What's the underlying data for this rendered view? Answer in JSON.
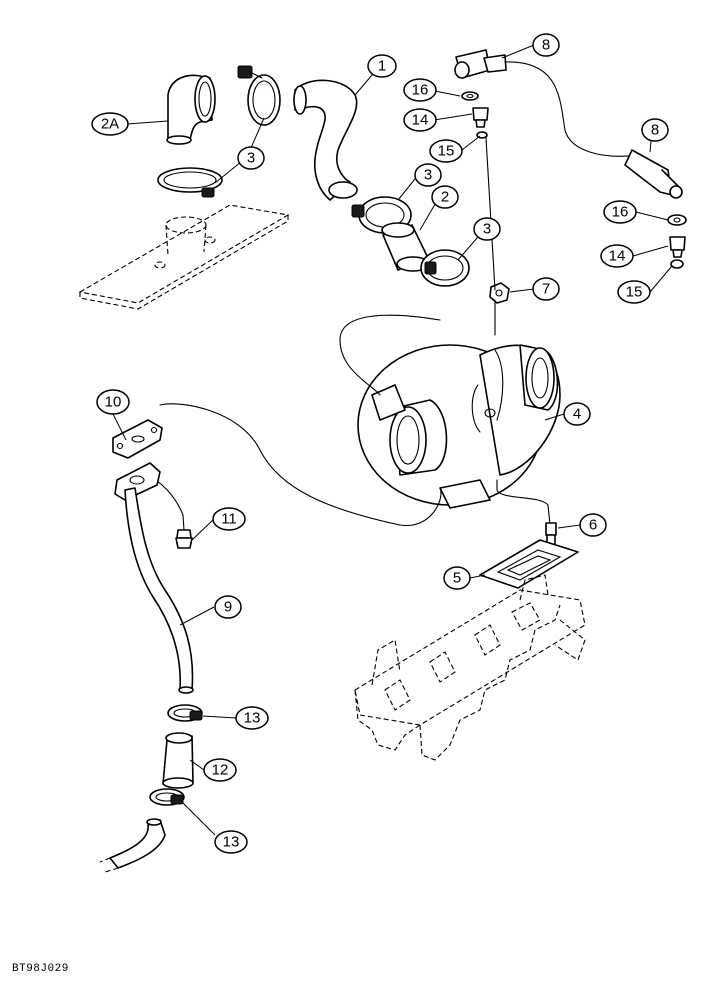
{
  "figure_code": "BT98J029",
  "callouts": {
    "c1": "1",
    "c2": "2",
    "c2a": "2A",
    "c3a": "3",
    "c3b": "3",
    "c3c": "3",
    "c4": "4",
    "c5": "5",
    "c6": "6",
    "c7": "7",
    "c8a": "8",
    "c8b": "8",
    "c9": "9",
    "c10": "10",
    "c11": "11",
    "c12": "12",
    "c13a": "13",
    "c13b": "13",
    "c14a": "14",
    "c14b": "14",
    "c15a": "15",
    "c15b": "15",
    "c16a": "16",
    "c16b": "16"
  }
}
